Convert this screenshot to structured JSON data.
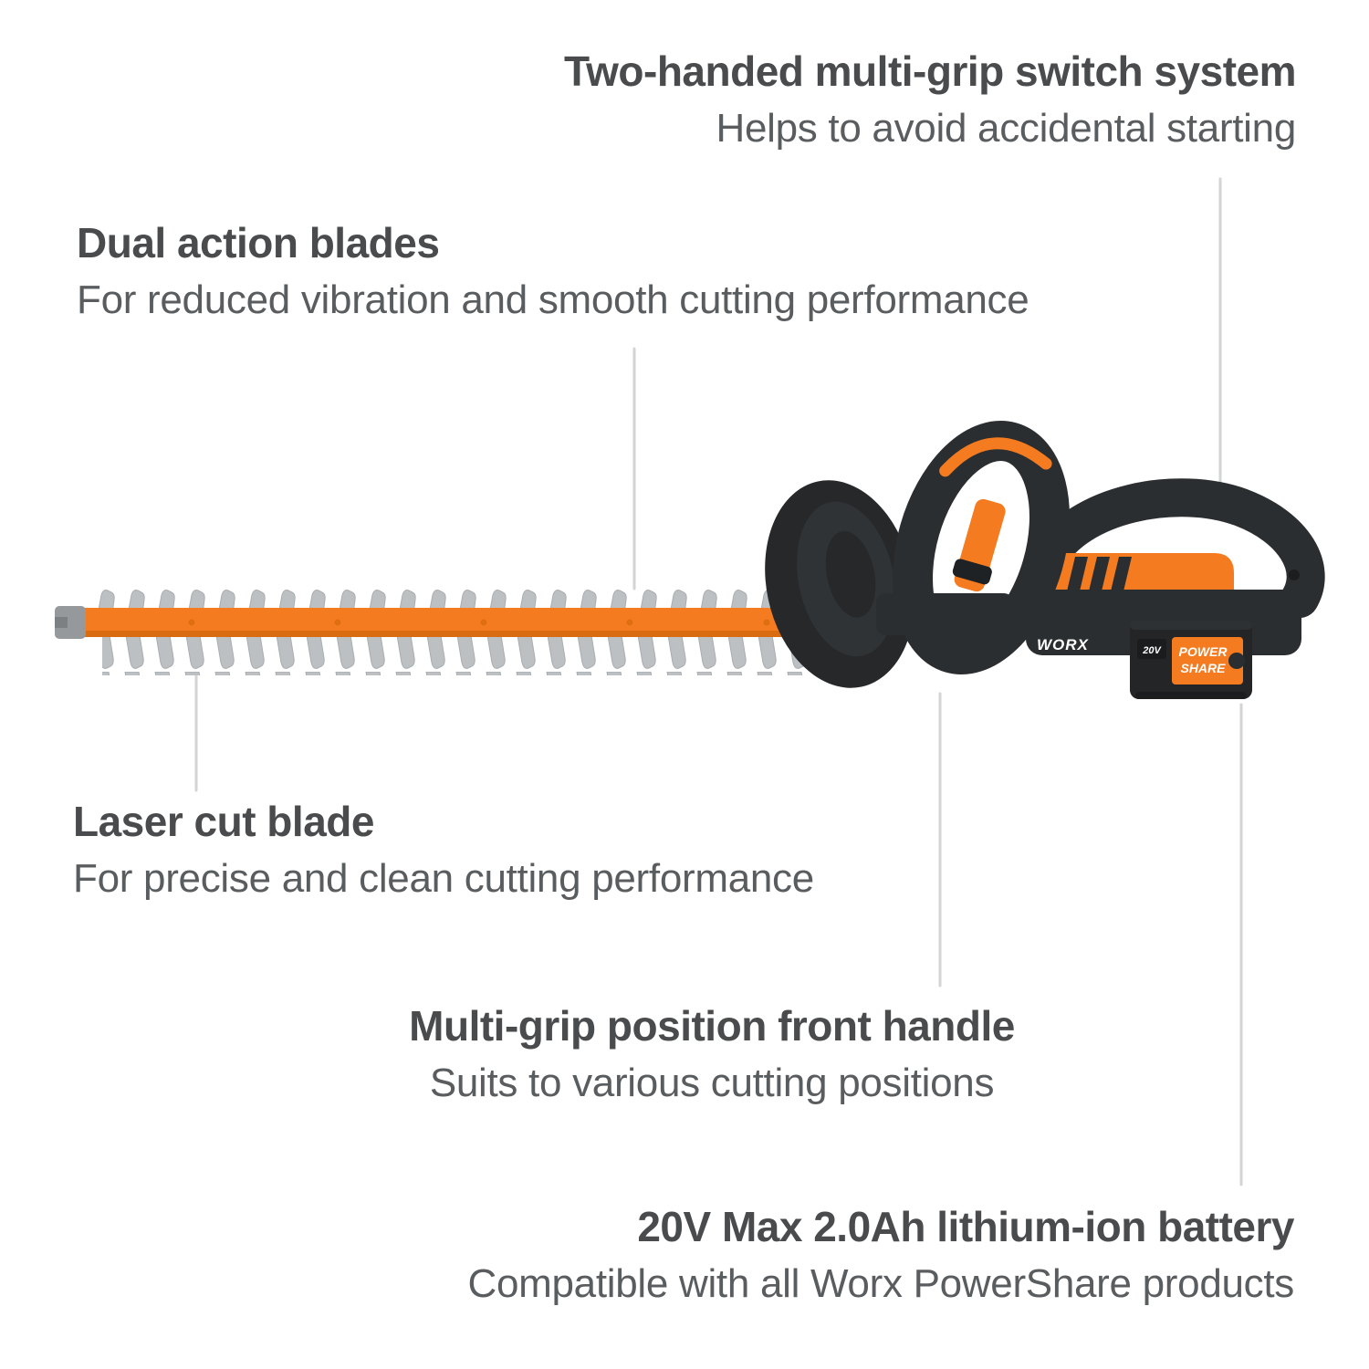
{
  "colors": {
    "accent_orange": "#f47b20",
    "body_dark": "#2b2e30",
    "text_title": "#494b4d",
    "text_sub": "#5a5d5f",
    "leader_line": "#d2d4d5",
    "blade_gray": "#bcc0c2"
  },
  "callouts": {
    "switch_system": {
      "title": "Two-handed multi-grip switch system",
      "subtitle": "Helps to avoid accidental starting"
    },
    "dual_action": {
      "title": "Dual action blades",
      "subtitle": "For reduced vibration and smooth cutting performance"
    },
    "laser_cut": {
      "title": "Laser cut blade",
      "subtitle": "For precise and clean cutting performance"
    },
    "front_handle": {
      "title": "Multi-grip position front handle",
      "subtitle": "Suits to various cutting positions"
    },
    "battery": {
      "title": "20V Max 2.0Ah lithium-ion battery",
      "subtitle": "Compatible with all Worx PowerShare products"
    }
  },
  "product": {
    "brand": "WORX",
    "battery_voltage": "20V",
    "battery_label_line1": "POWER",
    "battery_label_line2": "SHARE"
  }
}
